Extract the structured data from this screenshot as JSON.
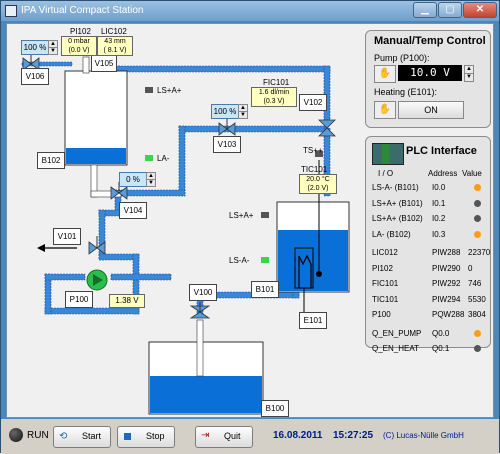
{
  "window": {
    "title": "IPA Virtual Compact Station"
  },
  "process": {
    "valves": {
      "v106": "V106",
      "v105": "V105",
      "v102": "V102",
      "v103": "V103",
      "v104": "V104",
      "v101": "V101",
      "v100": "V100"
    },
    "tanks": {
      "b102": "B102",
      "b101": "B101",
      "b100": "B100"
    },
    "pump_label": "P100",
    "heater_label": "E101",
    "sensors": {
      "ls_a_plus_b102": "LS+A+",
      "la_minus_b102": "LA-",
      "ls_a_plus_b101": "LS+A+",
      "ls_a_minus_b101": "LS-A-",
      "ts": "TS++"
    },
    "instruments": {
      "pi102": {
        "tag": "PI102",
        "line1": "0 mbar",
        "line2": "(0.0 V)"
      },
      "lic102": {
        "tag": "LIC102",
        "line1": "43 mm",
        "line2": "( 8.1 V)"
      },
      "fic101": {
        "tag": "FIC101",
        "line1": "1.6 dl/min",
        "line2": "(0.3 V)"
      },
      "tic101": {
        "tag": "TIC101",
        "line1": "20.0 °C",
        "line2": "(2.0 V)"
      }
    },
    "valve_positions": {
      "v106": "100 %",
      "v103": "100 %",
      "v104": "0 %"
    },
    "pump_voltage": "1.38 V",
    "spin_up": "▲",
    "spin_down": "▼"
  },
  "manual_control": {
    "title": "Manual/Temp Control",
    "pump_label": "Pump (P100):",
    "pump_value": "10.0 V",
    "heating_label": "Heating (E101):",
    "heating_button": "ON",
    "hand_icon": "✋"
  },
  "plc": {
    "title": "PLC Interface",
    "headers": {
      "io": "I / O",
      "address": "Address",
      "value": "Value"
    },
    "digital": [
      {
        "name": "LS-A- (B101)",
        "address": "I0.0",
        "state": "on"
      },
      {
        "name": "LS+A+ (B101)",
        "address": "I0.1",
        "state": "off"
      },
      {
        "name": "LS+A+ (B102)",
        "address": "I0.2",
        "state": "off"
      },
      {
        "name": "LA- (B102)",
        "address": "I0.3",
        "state": "on"
      }
    ],
    "analog": [
      {
        "name": "LIC012",
        "address": "PIW288",
        "value": "22370"
      },
      {
        "name": "PI102",
        "address": "PIW290",
        "value": "0"
      },
      {
        "name": "FIC101",
        "address": "PIW292",
        "value": "746"
      },
      {
        "name": "TIC101",
        "address": "PIW294",
        "value": "5530"
      },
      {
        "name": "P100",
        "address": "PQW288",
        "value": "3804"
      }
    ],
    "outputs": [
      {
        "name": "Q_EN_PUMP",
        "address": "Q0.0",
        "state": "on"
      },
      {
        "name": "Q_EN_HEAT",
        "address": "Q0.1",
        "state": "off"
      }
    ]
  },
  "statusbar": {
    "run_label": "RUN",
    "start_label": "Start",
    "stop_label": "Stop",
    "quit_label": "Quit",
    "date": "16.08.2011",
    "time": "15:27:25",
    "copyright": "(C) Lucas-Nülle GmbH"
  },
  "colors": {
    "water": "#0a6fd6",
    "pipe": "#3a86d8",
    "led_on": "#ff9a1a",
    "led_off": "#555555",
    "sensor_on": "#39d64a",
    "window_frame": "#4b87b9"
  }
}
